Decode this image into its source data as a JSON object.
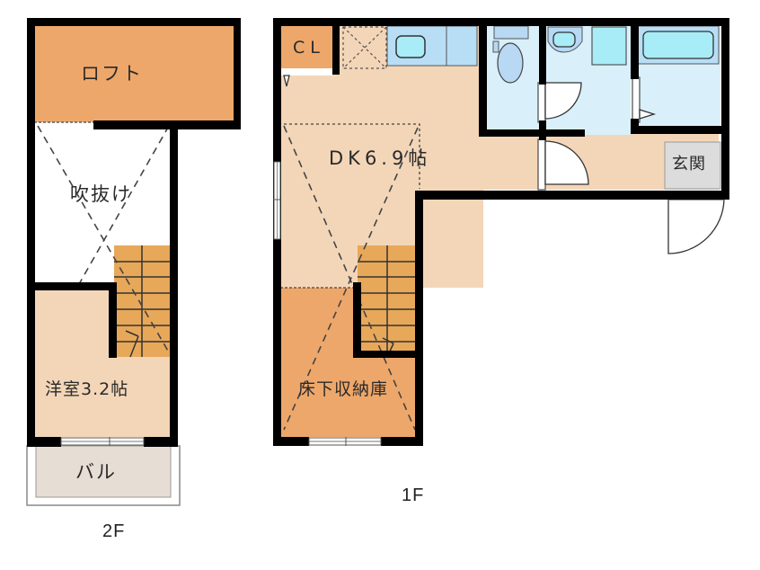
{
  "title": "Floor plan",
  "colors": {
    "wall": "#000000",
    "loft": "#eea76a",
    "room": "#f3d6b8",
    "storage": "#eea76a",
    "stairs": "#e8a85a",
    "wet_area": "#d9f0fb",
    "fixture_blue": "#a8ecf7",
    "toilet_blue": "#b8d8f4",
    "genkan": "#dcdcdc",
    "balcony": "#e6ddd4"
  },
  "floors": {
    "second": {
      "label": "2F",
      "rooms": {
        "loft": "ロフト",
        "void": "吹抜け",
        "western_room": "洋室3.2帖",
        "balcony": "バル"
      }
    },
    "first": {
      "label": "1F",
      "rooms": {
        "closet": "CL",
        "dining_kitchen": "DK6.9帖",
        "underfloor_storage": "床下収納庫",
        "entrance": "玄関"
      }
    }
  }
}
